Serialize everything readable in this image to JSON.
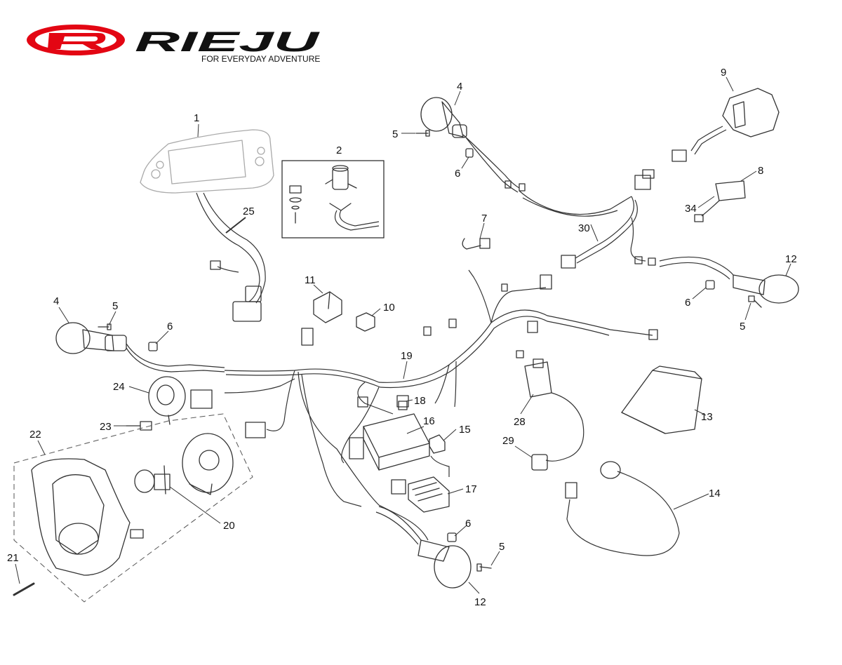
{
  "brand": {
    "name": "RIEJU",
    "tagline": "FOR EVERYDAY ADVENTURE",
    "logo_color": "#e30613",
    "text_color": "#111111"
  },
  "callouts": {
    "c1": "1",
    "c2": "2",
    "c4a": "4",
    "c4b": "4",
    "c5a": "5",
    "c5b": "5",
    "c5c": "5",
    "c5d": "5",
    "c6a": "6",
    "c6b": "6",
    "c6c": "6",
    "c6d": "6",
    "c7": "7",
    "c8": "8",
    "c9": "9",
    "c10": "10",
    "c11": "11",
    "c12a": "12",
    "c12b": "12",
    "c13": "13",
    "c14": "14",
    "c15": "15",
    "c16": "16",
    "c17": "17",
    "c18": "18",
    "c19": "19",
    "c20": "20",
    "c21": "21",
    "c22": "22",
    "c23": "23",
    "c24": "24",
    "c25": "25",
    "c28": "28",
    "c29": "29",
    "c30": "30",
    "c34": "34"
  }
}
